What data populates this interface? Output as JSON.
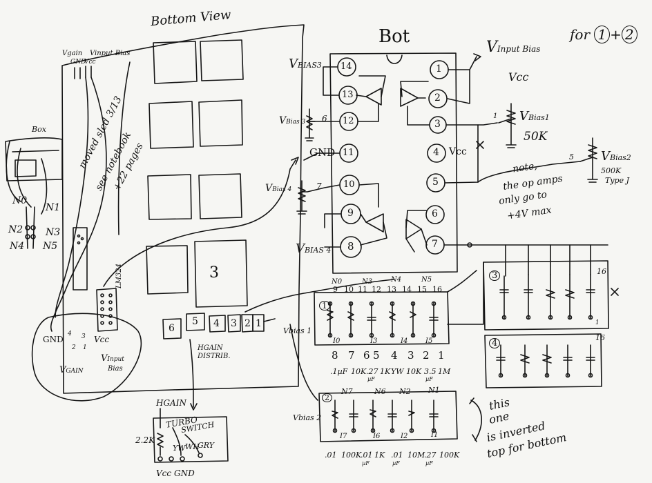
{
  "diagram": {
    "board_title": "Bottom View",
    "chip_title": "Bot",
    "vinput_bias_top": "V",
    "vinput_bias_top_sub": "Input Bias",
    "for_note": "for",
    "for_note_nums": [
      "1",
      "2"
    ],
    "box_label": "Box",
    "box_nodes": [
      "N0",
      "N1",
      "N2",
      "N3",
      "N4",
      "N5"
    ],
    "header_labels": [
      "Vgain",
      "Vinput Bias",
      "GND",
      "Vcc"
    ],
    "moved_note": [
      "moved sled 3/13",
      "see notebook",
      "+22 pages"
    ],
    "lm_label": "LM324",
    "region3_label": "3",
    "bias_labels": {
      "v_bias3_top": "V",
      "v_bias3_top_sub": "BIAS3",
      "v_bias3_left": "V",
      "v_bias3_left_sub": "Bias 3",
      "v_bias4_left": "V",
      "v_bias4_left_sub": "Bias 4",
      "v_bias4_bottom": "V",
      "v_bias4_bottom_sub": "BIAS 4",
      "v_bias1": "V",
      "v_bias1_sub": "Bias1",
      "v_bias2": "V",
      "v_bias2_sub": "Bias2",
      "gnd": "GND",
      "vcc": "Vcc",
      "vcc_top": "Vcc"
    },
    "pot_values": [
      "50K",
      "500K",
      "Type J"
    ],
    "pot_pins": [
      "6",
      "7",
      "5",
      "1"
    ],
    "chip_pins_left": [
      "14",
      "13",
      "12",
      "11",
      "10",
      "9",
      "8"
    ],
    "chip_pins_right": [
      "1",
      "2",
      "3",
      "4",
      "5",
      "6",
      "7"
    ],
    "op_note": [
      "note,",
      "the op amps",
      "only go to",
      "+4V max"
    ],
    "dist_boxes": [
      "6",
      "5",
      "4",
      "3",
      "2",
      "1"
    ],
    "hgain_distrib": [
      "HGAIN",
      "DISTRIB."
    ],
    "bottom_connector": [
      "GND",
      "Vcc",
      "V",
      "GAIN",
      "V",
      "Input",
      "Bias"
    ],
    "bottom_connector_pins": [
      "4",
      "3",
      "2",
      "1"
    ],
    "board1": {
      "id": "1",
      "top_labels": [
        "N0",
        "N3",
        "N4",
        "N5"
      ],
      "top_pins": [
        "9",
        "10",
        "11",
        "12",
        "13",
        "14",
        "15",
        "16"
      ],
      "bottom_labels": [
        "I0",
        "I3",
        "I4",
        "I5"
      ],
      "bias": "Vbias 1",
      "pin_row": [
        "8",
        "7",
        "6",
        "5",
        "4",
        "3",
        "2",
        "1"
      ],
      "values": [
        ".1µF",
        "10K",
        ".27",
        "1K",
        "YW",
        "10K",
        "3.5",
        "1M"
      ],
      "values_sub": [
        "",
        "",
        "µF",
        "",
        "",
        "",
        "µF",
        ""
      ]
    },
    "board2": {
      "id": "2",
      "top_labels": [
        "N7",
        "N6",
        "N2",
        "N1"
      ],
      "bottom_labels": [
        "I7",
        "I6",
        "I2",
        "I1"
      ],
      "bias": "Vbias 2",
      "values": [
        ".01",
        "100K",
        ".01",
        "1K",
        ".01",
        "10M",
        ".27",
        "100K"
      ],
      "values_sub": [
        "",
        "",
        "µF",
        "",
        "µF",
        "",
        "µF",
        ""
      ]
    },
    "board3": {
      "id": "3",
      "pin": "16",
      "pin_low": "1"
    },
    "board4": {
      "id": "4",
      "pin": "16"
    },
    "inverted_note": [
      "this",
      "one",
      "is inverted",
      "top for bottom"
    ],
    "hgain_label": "HGAIN",
    "turbo_label": [
      "TURBO",
      "SWITCH"
    ],
    "turbo_resistor": "2.2K",
    "turbo_wires": [
      "YW",
      "WH",
      "GRY"
    ],
    "turbo_bottom": [
      "Vcc",
      "GND"
    ]
  }
}
